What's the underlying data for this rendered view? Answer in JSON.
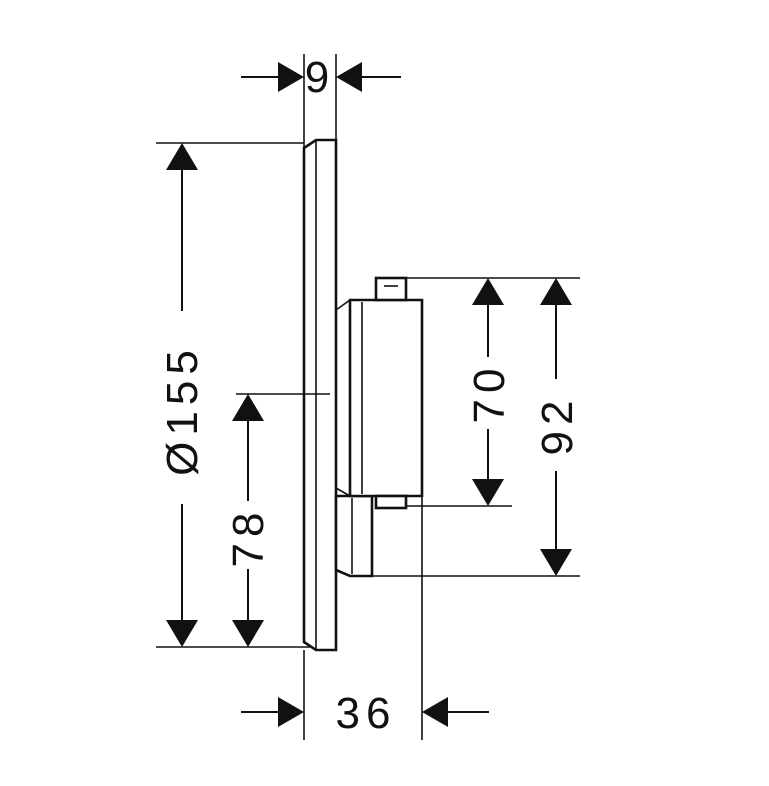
{
  "dimensions": {
    "cover_depth": "9",
    "diameter": "Ø155",
    "center_height": "78",
    "body_height_inner": "70",
    "body_height_outer": "92",
    "total_depth": "36"
  }
}
